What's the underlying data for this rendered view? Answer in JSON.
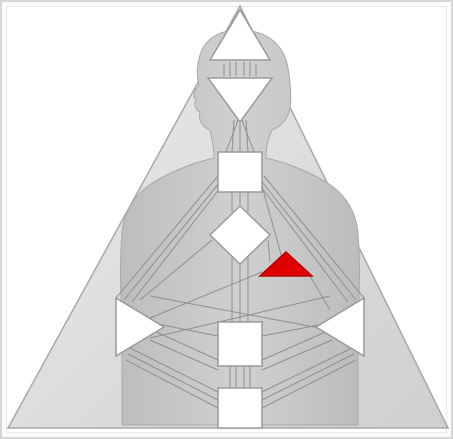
{
  "diagram": {
    "name": "bodygraph",
    "colors": {
      "triangle_fill": "#d8d8d8",
      "triangle_stroke": "#a8a8a8",
      "silhouette_fill": "#c7c7c7",
      "center_fill": "#ffffff",
      "center_stroke": "#9a9a9a",
      "channel_stroke": "#8f8f8f",
      "defined_center": "#e00000"
    },
    "centers": [
      {
        "id": "head",
        "shape": "triangle-up",
        "defined": false
      },
      {
        "id": "ajna",
        "shape": "triangle-down",
        "defined": false
      },
      {
        "id": "throat",
        "shape": "square",
        "defined": false
      },
      {
        "id": "g",
        "shape": "diamond",
        "defined": false
      },
      {
        "id": "heart",
        "shape": "triangle",
        "defined": true
      },
      {
        "id": "spleen",
        "shape": "triangle-right",
        "defined": false
      },
      {
        "id": "solar-plexus",
        "shape": "triangle-left",
        "defined": false
      },
      {
        "id": "sacral",
        "shape": "square",
        "defined": false
      },
      {
        "id": "root",
        "shape": "square",
        "defined": false
      }
    ]
  }
}
